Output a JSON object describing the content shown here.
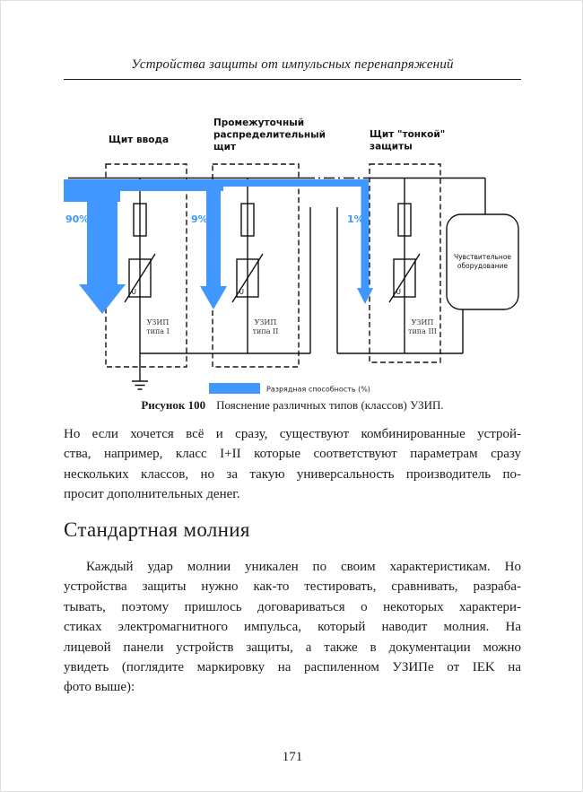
{
  "page": {
    "number": "171"
  },
  "header": {
    "title": "Устройства защиты от импульсных перенапряжений"
  },
  "figure": {
    "accent_color": "#3f97ff",
    "panel1": {
      "title1": "Щит ввода",
      "uzip1": "УЗИП",
      "uzip2": "типа I",
      "u": "U",
      "percent": "90%"
    },
    "panel2": {
      "title1": "Промежуточный",
      "title2": "распределительный",
      "title3": "щит",
      "uzip1": "УЗИП",
      "uzip2": "типа II",
      "u": "U",
      "percent": "9%"
    },
    "panel3": {
      "title1": "Щит \"тонкой\"",
      "title2": "защиты",
      "uzip1": "УЗИП",
      "uzip2": "типа III",
      "u": "U",
      "percent": "1%"
    },
    "equipment": {
      "line1": "Чувствительное",
      "line2": "оборудование"
    },
    "legend": {
      "label": "Разрядная способность (%)"
    },
    "caption": {
      "label": "Рисунок 100",
      "text": "Пояснение различных типов (классов) УЗИП."
    }
  },
  "content": {
    "paragraph1": {
      "lines": [
        "Но если хочется всё и сразу, существуют комбинированные устрой-",
        "ства, например, класс I+II которые соответствуют параметрам сразу",
        "нескольких классов, но за такую универсальность производитель по-",
        "просит дополнительных денег."
      ]
    },
    "section_title": "Стандартная молния",
    "paragraph2": {
      "lines": [
        "Каждый удар молнии уникален по своим характеристикам. Но",
        "устройства защиты нужно как-то тестировать, сравнивать, разраба-",
        "тывать, поэтому пришлось договариваться о некоторых характери-",
        "стиках электромагнитного импульса, который наводит молния. На",
        "лицевой панели устройств защиты, а также в документации можно",
        "увидеть (поглядите маркировку на распиленном УЗИПе от IEK на",
        "фото выше):"
      ]
    }
  }
}
